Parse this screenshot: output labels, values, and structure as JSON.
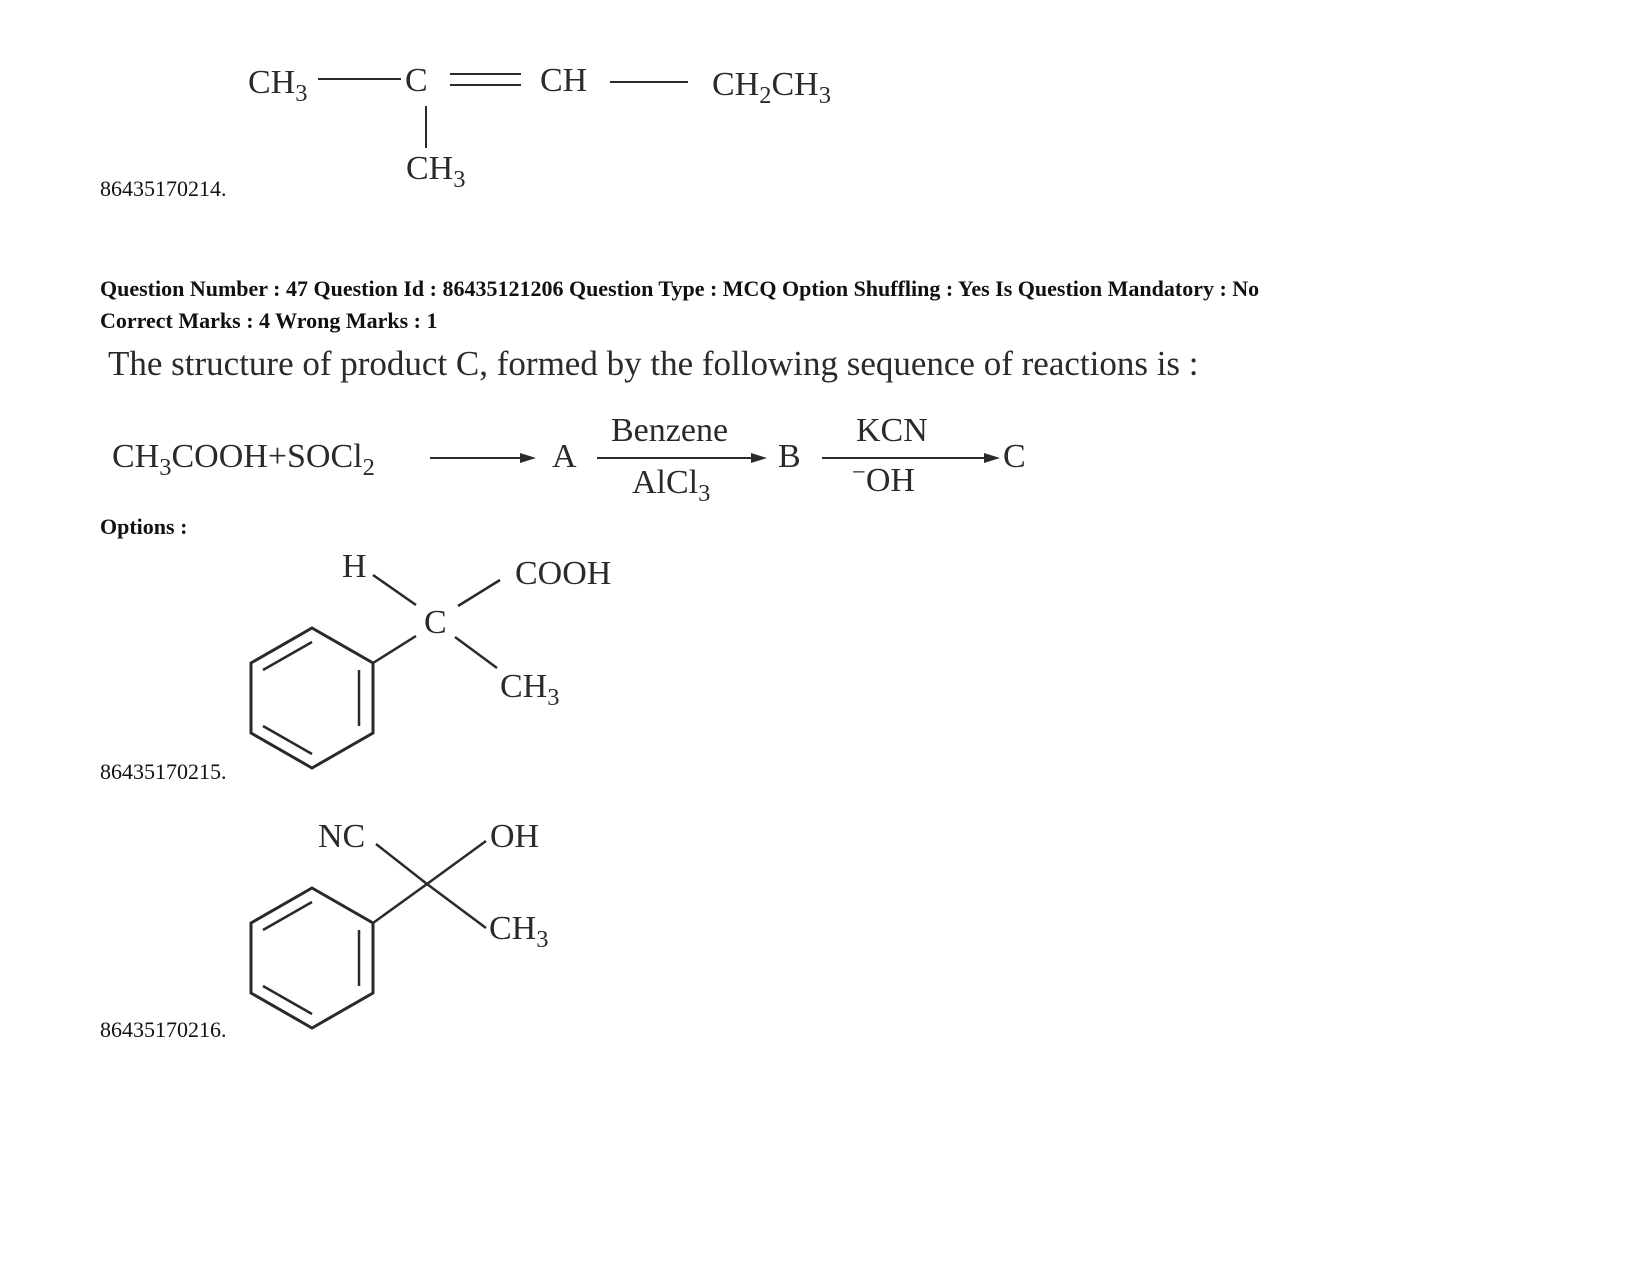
{
  "previous_option": {
    "id": "86435170214.",
    "labels": {
      "ch3_left": "CH",
      "ch3_left_sub": "3",
      "c": "C",
      "ch": "CH",
      "ch2ch3_a": "CH",
      "ch2ch3_sub1": "2",
      "ch2ch3_b": "CH",
      "ch2ch3_sub2": "3",
      "ch3_bottom": "CH",
      "ch3_bottom_sub": "3"
    }
  },
  "question": {
    "meta_line1": "Question Number : 47 Question Id : 86435121206 Question Type : MCQ Option Shuffling : Yes Is Question Mandatory : No",
    "meta_line2": "Correct Marks : 4 Wrong Marks : 1",
    "stem": "The structure of product C, formed by the following sequence of reactions is :",
    "reaction": {
      "reactant1": "CH",
      "reactant1_sub": "3",
      "reactant1_rest": "COOH",
      "plus": "+",
      "reactant2": "SOCl",
      "reactant2_sub": "2",
      "product_a": "A",
      "step2_top": "Benzene",
      "step2_bottom": "AlCl",
      "step2_bottom_sub": "3",
      "product_b": "B",
      "step3_top": "KCN",
      "step3_bottom_sup": "−",
      "step3_bottom": "OH",
      "product_c": "C"
    },
    "options_label": "Options :"
  },
  "options": [
    {
      "id": "86435170215.",
      "labels": {
        "h": "H",
        "c": "C",
        "cooh": "COOH",
        "ch3": "CH",
        "ch3_sub": "3"
      }
    },
    {
      "id": "86435170216.",
      "labels": {
        "nc": "NC",
        "oh": "OH",
        "ch3": "CH",
        "ch3_sub": "3"
      }
    }
  ]
}
